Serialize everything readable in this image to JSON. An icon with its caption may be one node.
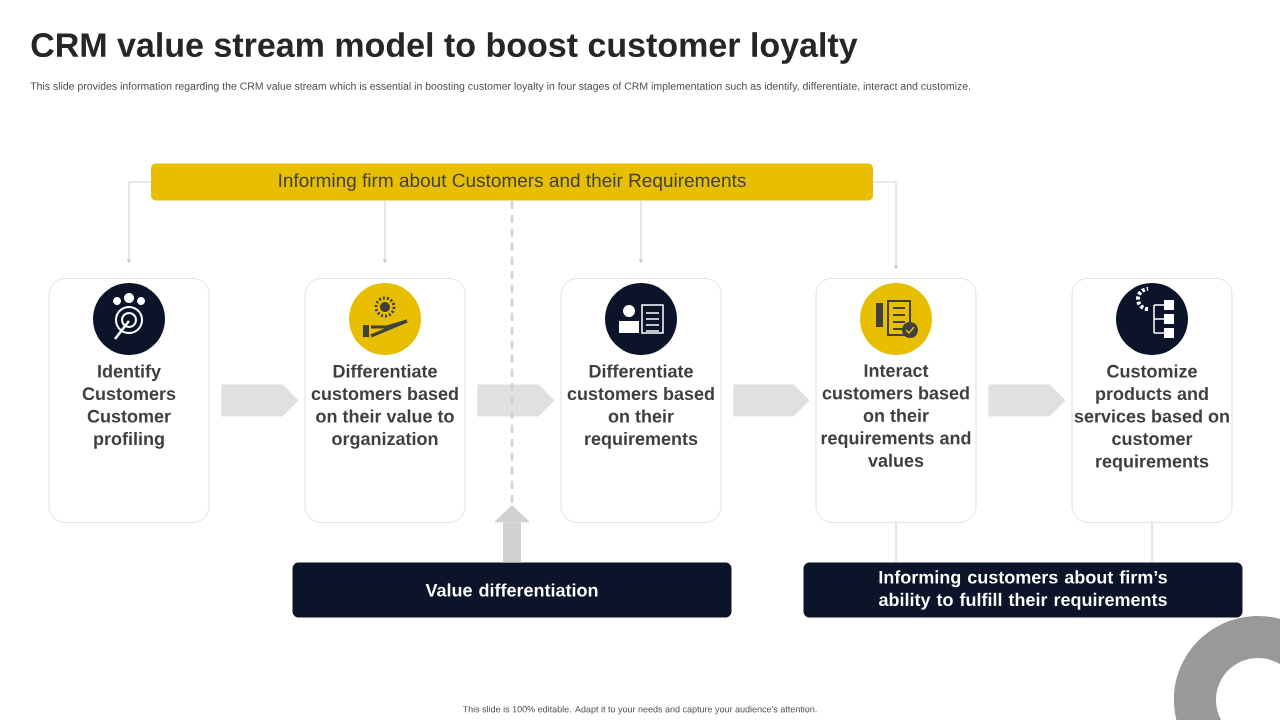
{
  "diagram": {
    "title": "CRM value stream model to boost customer loyalty",
    "nodes": [
      {
        "text": [
          "Informing firm about Customers and their Requirements"
        ]
      },
      {
        "text": [
          "Identify Customers Customer profiling"
        ]
      },
      {
        "text": [
          "Differentiate customers based on their value to organization"
        ]
      },
      {
        "text": [
          "Differentiate customers based on their requirements"
        ]
      },
      {
        "text": [
          "Interact customers based on their requirements and values"
        ]
      },
      {
        "text": [
          "Customize products and services based on customer requirements"
        ]
      },
      {
        "text": [
          "Value differentiation"
        ]
      },
      {
        "text": [
          "Informing customers about firm’s ability to fulfill their requirements"
        ]
      }
    ],
    "edges": [
      {
        "from": 0,
        "to": 1,
        "arrow": "to"
      },
      {
        "from": 0,
        "to": 2,
        "arrow": "to"
      },
      {
        "from": 0,
        "to": 3,
        "arrow": "to"
      },
      {
        "from": 0,
        "to": 4,
        "arrow": "to"
      },
      {
        "from": 1,
        "to": 2,
        "arrow": "to",
        "style": "thick"
      },
      {
        "from": 2,
        "to": 3,
        "arrow": "to",
        "style": "thick"
      },
      {
        "from": 3,
        "to": 4,
        "arrow": "to",
        "style": "thick"
      },
      {
        "from": 4,
        "to": 5,
        "arrow": "to",
        "style": "thick"
      },
      {
        "from": 6,
        "to": 0,
        "arrow": "to",
        "style": "dashed"
      },
      {
        "from": 4,
        "to": 7,
        "arrow": "none"
      },
      {
        "from": 5,
        "to": 7,
        "arrow": "none"
      }
    ],
    "labels": [
      "This slide provides information regarding the CRM value stream which is essential in boosting customer loyalty in four stages of CRM implementation such as identify, differentiate, interact and customize.",
      "This slide is 100% editable. Adapt it to your needs and capture your audience's attention."
    ]
  }
}
